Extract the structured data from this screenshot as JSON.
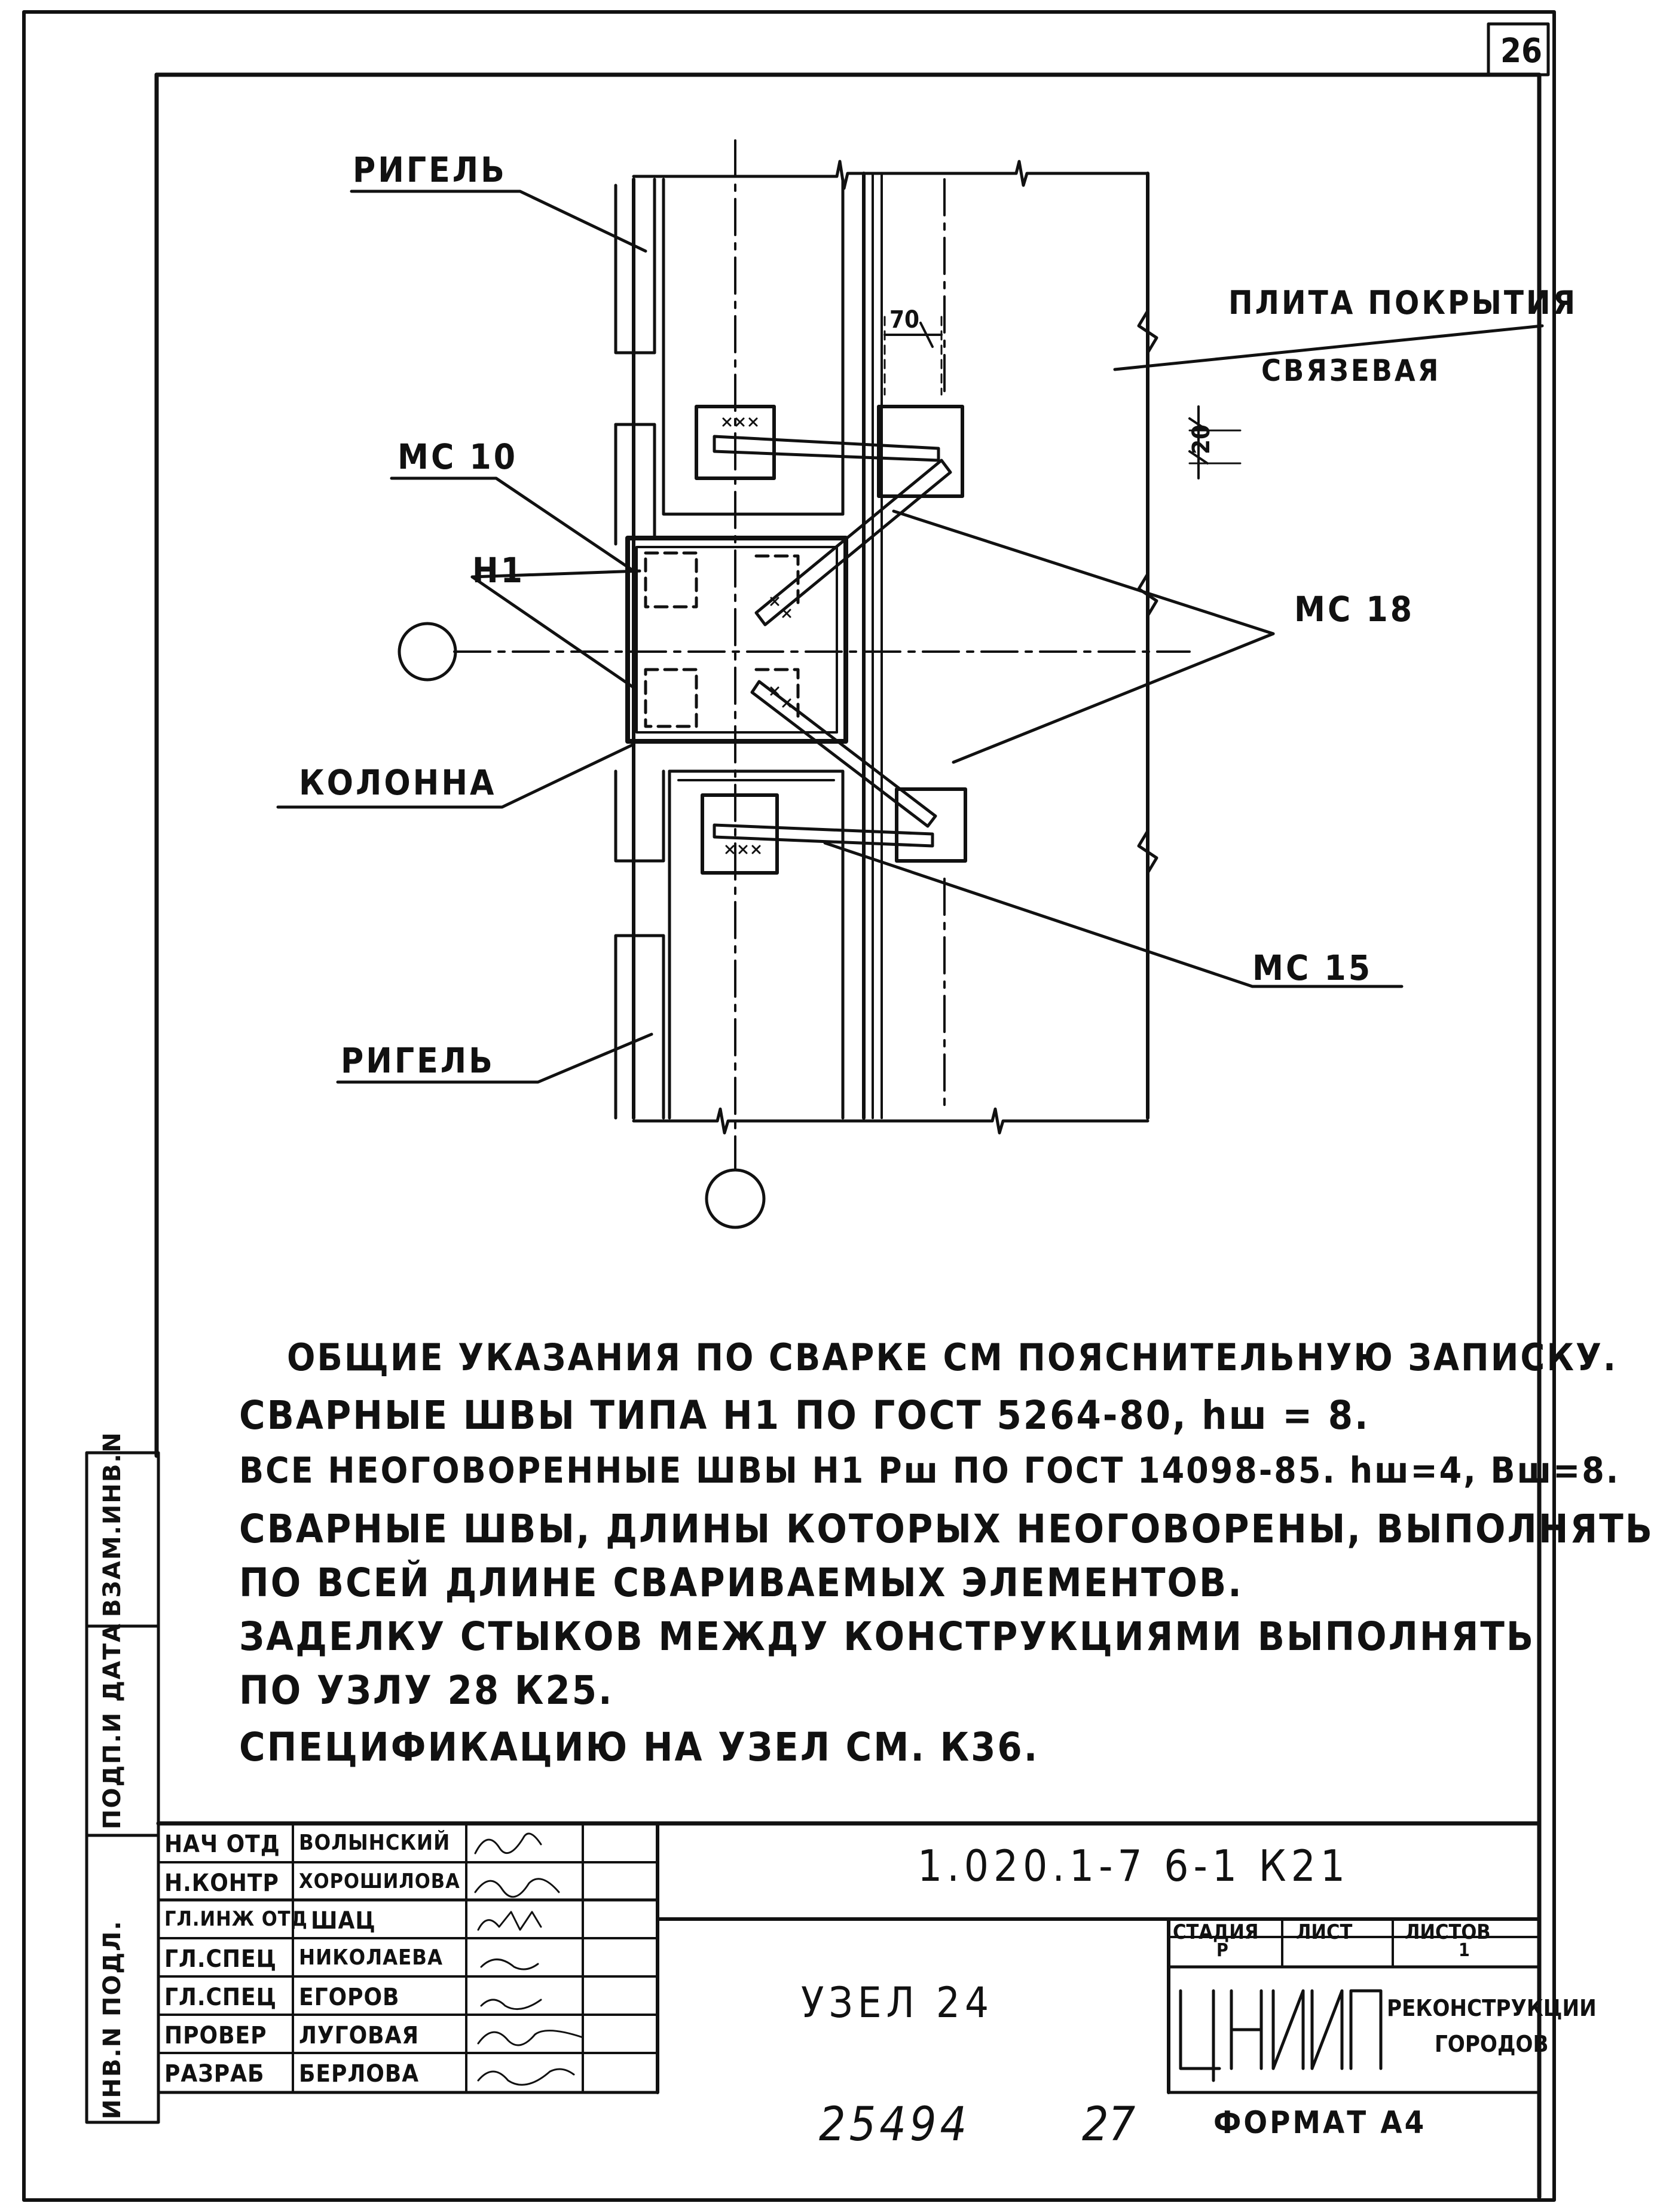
{
  "sheet_number": "26",
  "drawing": {
    "labels": {
      "rigel_top": "РИГЕЛЬ",
      "rigel_bottom": "РИГЕЛЬ",
      "plate_line1": "ПЛИТА ПОКРЫТИЯ",
      "plate_line2": "СВЯЗЕВАЯ",
      "mc10": "МС 10",
      "n1": "Н1",
      "column": "КОЛОННА",
      "mc18": "МС 18",
      "mc15": "МС 15",
      "dim_70": "70",
      "dim_20": "20"
    }
  },
  "notes": [
    "ОБЩИЕ УКАЗАНИЯ ПО СВАРКЕ СМ ПОЯСНИТЕЛЬНУЮ ЗАПИСКУ.",
    "СВАРНЫЕ ШВЫ ТИПА Н1 ПО ГОСТ 5264-80, hш = 8.",
    "ВСЕ НЕОГОВОРЕННЫЕ ШВЫ Н1 Рш ПО ГОСТ 14098-85. hш=4, Вш=8.",
    "СВАРНЫЕ ШВЫ, ДЛИНЫ КОТОРЫХ НЕОГОВОРЕНЫ, ВЫПОЛНЯТЬ",
    "ПО ВСЕЙ ДЛИНЕ СВАРИВАЕМЫХ ЭЛЕМЕНТОВ.",
    "ЗАДЕЛКУ СТЫКОВ МЕЖДУ КОНСТРУКЦИЯМИ ВЫПОЛНЯТЬ",
    "ПО УЗЛУ 28 К25.",
    "СПЕЦИФИКАЦИЮ НА УЗЕЛ СМ. К36."
  ],
  "side_stamp": {
    "inv_podl": "ИНВ.N ПОДЛ.",
    "podp_data": "ПОДП.И ДАТА",
    "vzam_inv": "ВЗАМ.ИНВ.N"
  },
  "title_block": {
    "roles": [
      "НАЧ ОТД",
      "Н.КОНТР",
      "ГЛ.ИНЖ ОТД",
      "ГЛ.СПЕЦ",
      "ГЛ.СПЕЦ",
      "ПРОВЕР",
      "РАЗРАБ"
    ],
    "names": [
      "ВОЛЫНСКИЙ",
      "ХОРОШИЛОВА",
      "ШАЦ",
      "НИКОЛАЕВА",
      "ЕГОРОВ",
      "ЛУГОВАЯ",
      "БЕРЛОВА"
    ],
    "designation": "1.020.1-7 6-1 К21",
    "node_title": "УЗЕЛ 24",
    "stage_header": "СТАДИЯ",
    "sheet_header": "ЛИСТ",
    "sheets_header": "ЛИСТОВ",
    "stage_value": "Р",
    "sheet_value": "",
    "sheets_value": "1",
    "org_logo": "ЦНИИП",
    "org_line1": "РЕКОНСТРУКЦИИ",
    "org_line2": "ГОРОДОВ"
  },
  "footer": {
    "inv_number": "25494",
    "copy_number": "27",
    "format": "ФОРМАТ А4"
  }
}
